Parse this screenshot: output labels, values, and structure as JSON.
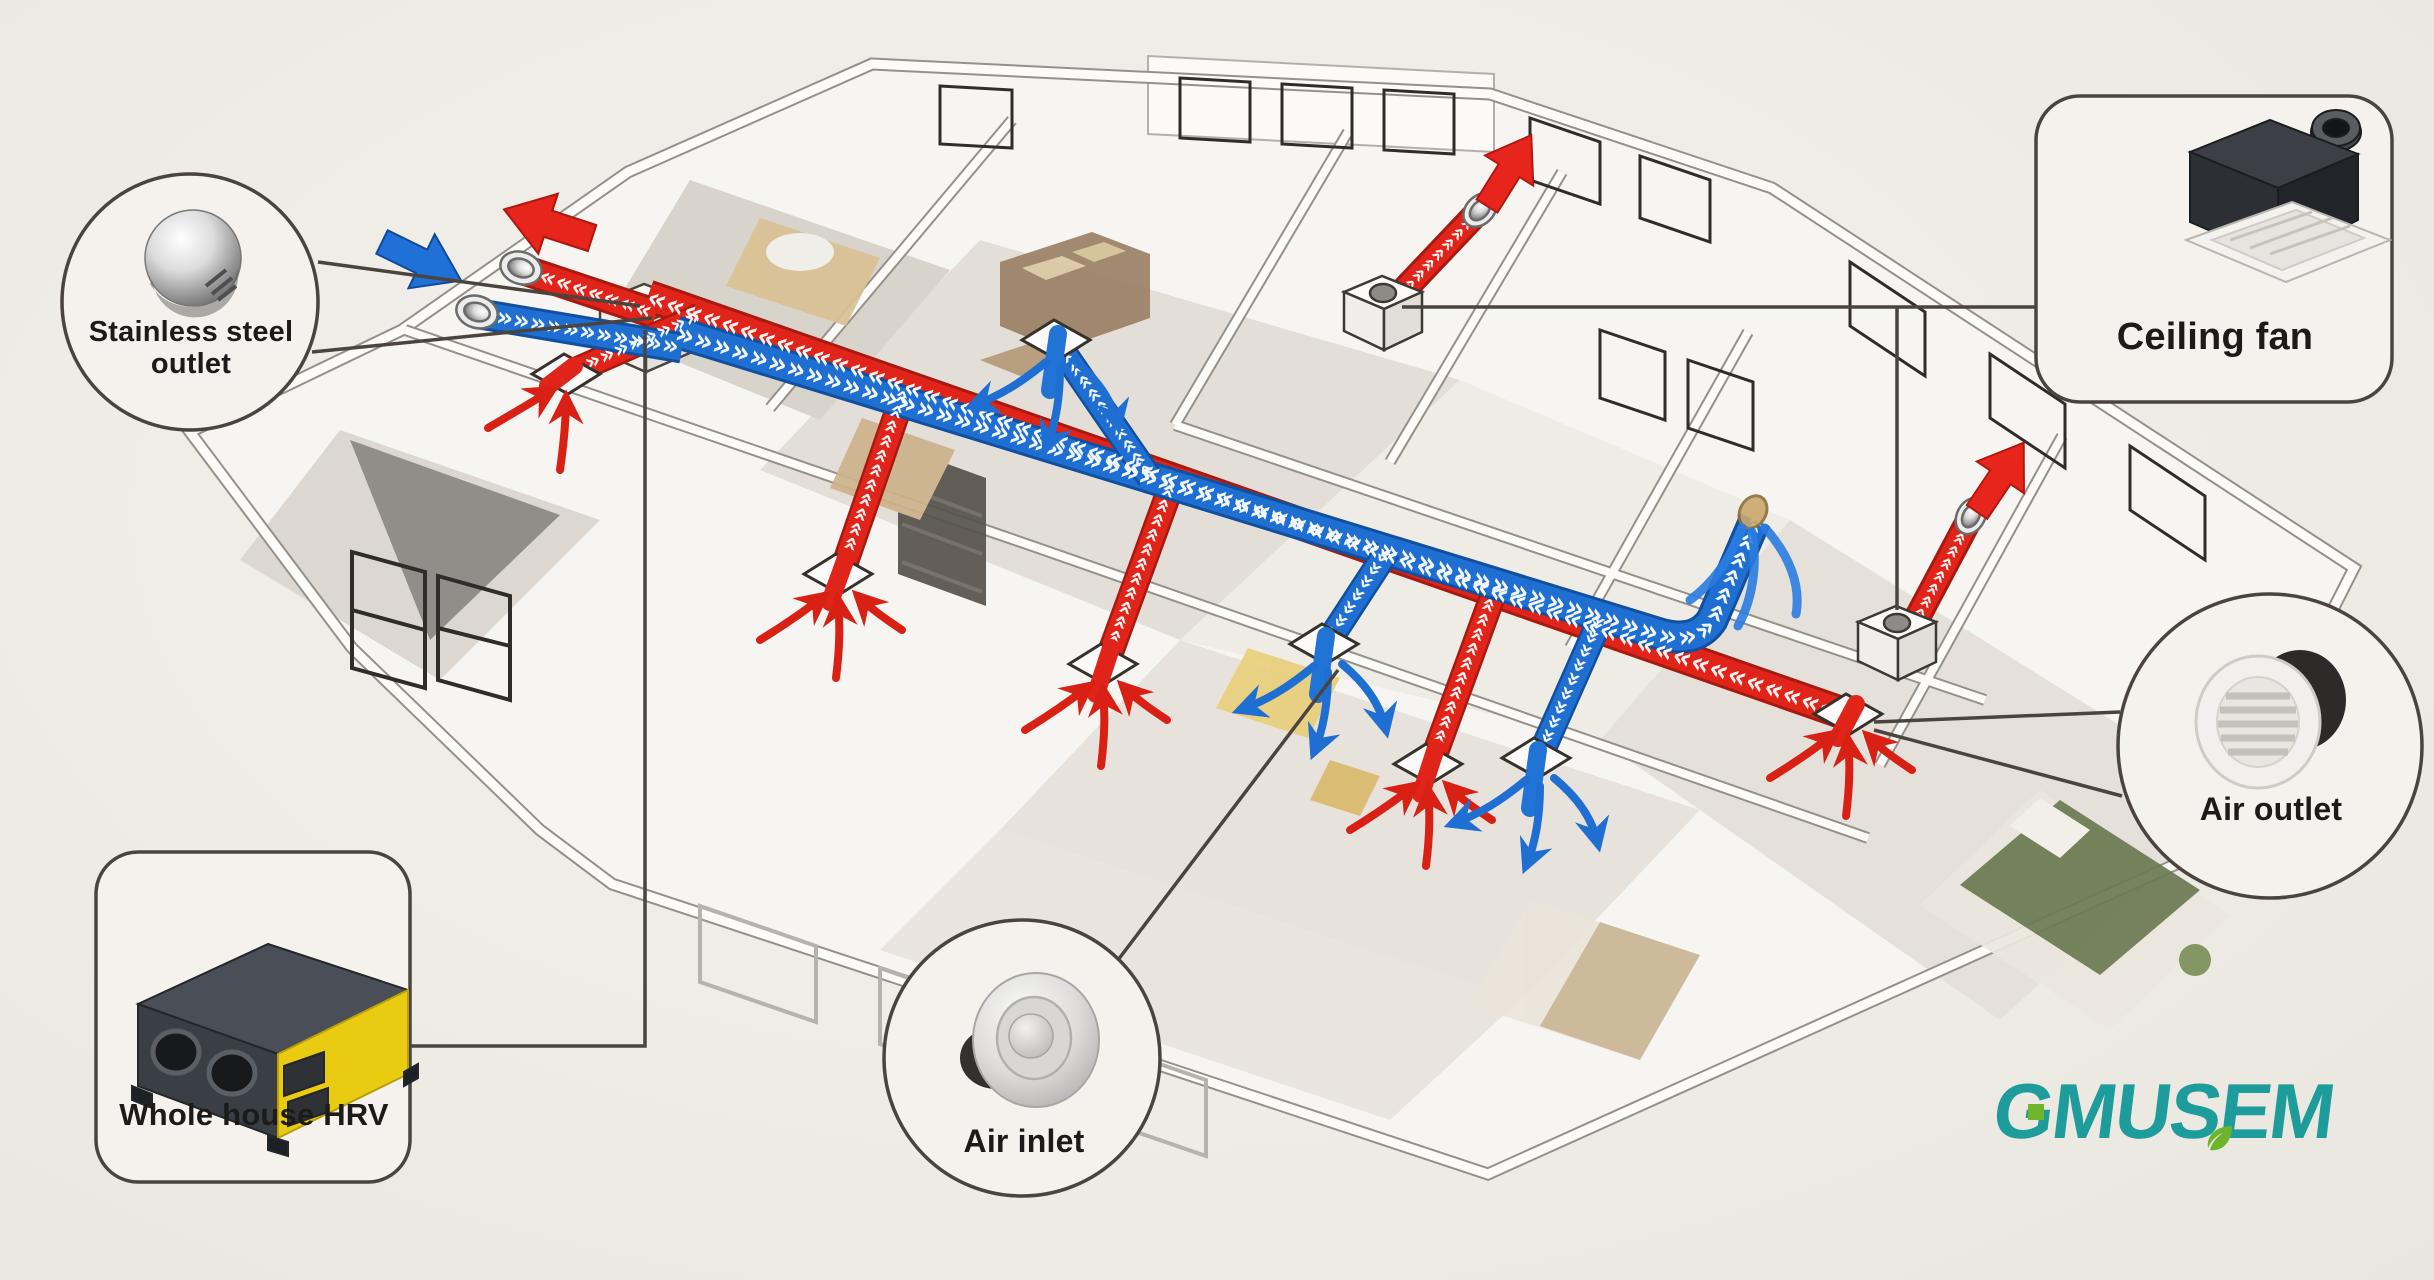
{
  "callouts": {
    "stainless_steel_outlet": {
      "label": "Stainless steel outlet"
    },
    "ceiling_fan": {
      "label": "Ceiling fan"
    },
    "air_outlet": {
      "label": "Air outlet"
    },
    "air_inlet": {
      "label": "Air inlet"
    },
    "whole_house_hrv": {
      "label": "Whole house HRV"
    }
  },
  "logo": {
    "text": "GMUSEM",
    "teal": "#1d9c9b",
    "green": "#6cb52d"
  },
  "colors": {
    "exhaust_red": "#e0241a",
    "supply_blue": "#1f6fd2",
    "callout_line": "#4b443e",
    "paper": "#f1eee9"
  },
  "decorations": {
    "chev_left": "«",
    "chev_right": "»"
  }
}
